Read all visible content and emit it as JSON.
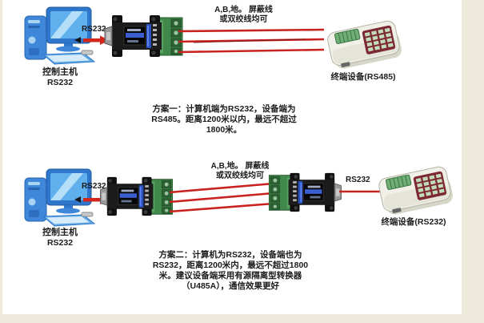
{
  "colors": {
    "wire_red": "#c8231e",
    "page_border": "#ede9db",
    "text": "#1b1b1b",
    "pcb_green": "#41894a",
    "computer_blue": "#2f77cc",
    "keypad_maroon": "#7d2733"
  },
  "scheme1": {
    "host": {
      "label": "控制主机",
      "port": "RS232"
    },
    "host_link_label": "RS232",
    "bus_label": [
      "A,B,地。 屏蔽线",
      "或双绞线均可"
    ],
    "terminal_label": "终端设备(RS485)",
    "note": [
      "方案一：计算机端为RS232，设备端为",
      "RS485。距离1200米以内，最远不超过",
      "1800米。"
    ]
  },
  "scheme2": {
    "host": {
      "label": "控制主机",
      "port": "RS232"
    },
    "host_link_label": "RS232",
    "bus_label": [
      "A,B,地。 屏蔽线",
      "或双绞线均可"
    ],
    "device_link_label": "RS232",
    "terminal_label": "终端设备(RS232)",
    "note": [
      "方案二：计算机为RS232，设备端也为",
      "RS232，距离1200米内，最远不超过1800",
      "米。建议设备端采用有源隔离型转换器",
      "（U485A），通信效果更好"
    ]
  }
}
